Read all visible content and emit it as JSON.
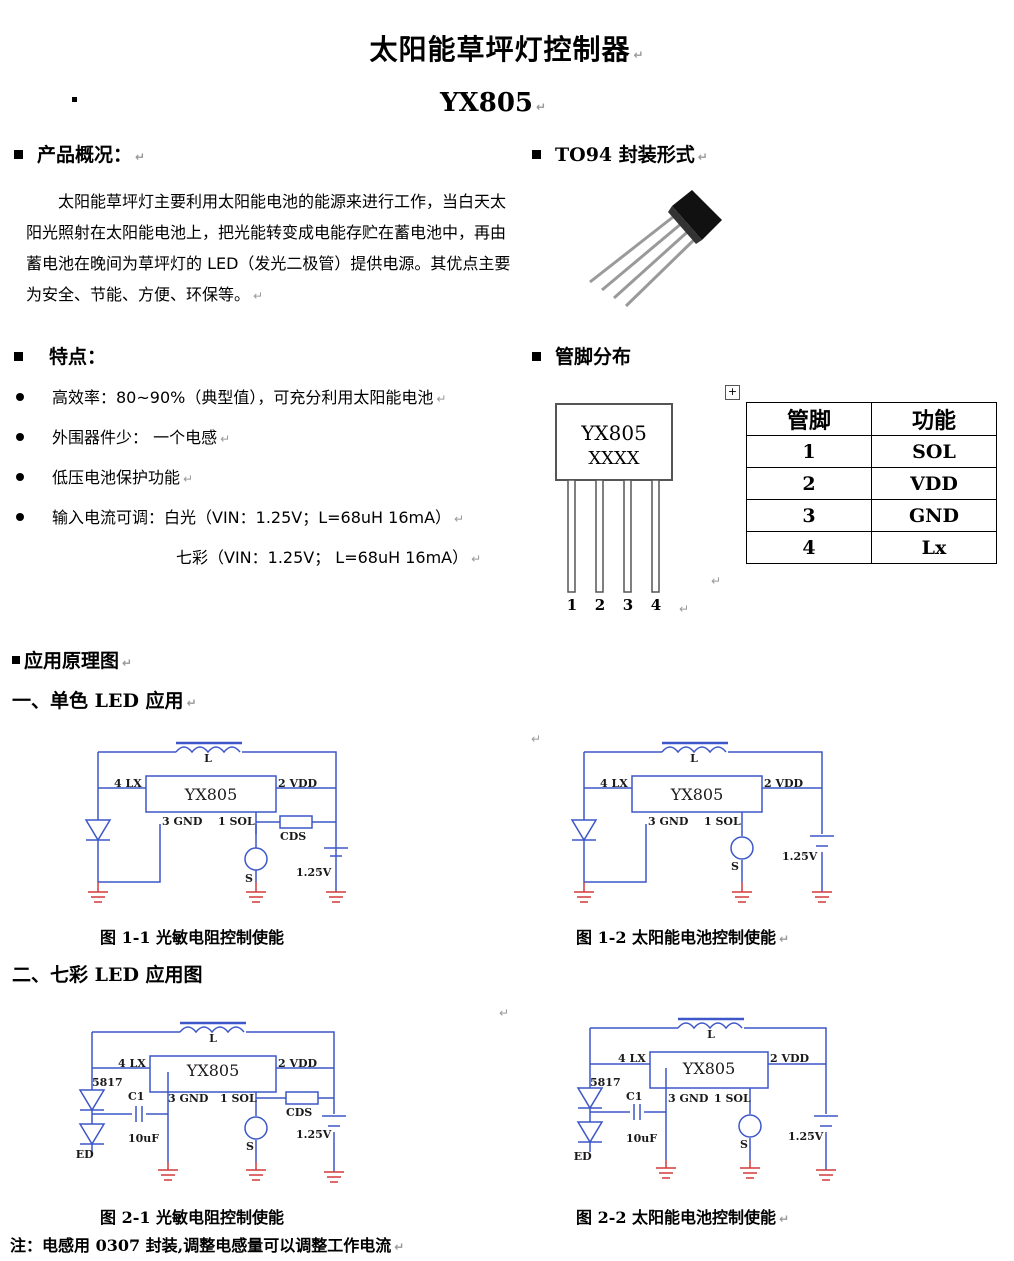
{
  "doc": {
    "title": "太阳能草坪灯控制器",
    "model": "YX805",
    "overview_heading": "产品概况：",
    "package_heading": "TO94 封装形式",
    "overview_text": "太阳能草坪灯主要利用太阳能电池的能源来进行工作，当白天太阳光照射在太阳能电池上，把光能转变成电能存贮在蓄电池中，再由蓄电池在晚间为草坪灯的 LED（发光二极管）提供电源。其优点主要为安全、节能、方便、环保等。",
    "features_heading": "特点：",
    "pins_heading": "管脚分布",
    "features": [
      "高效率：80~90%（典型值），可充分利用太阳能电池",
      "外围器件少：  一个电感",
      "低压电池保护功能",
      "输入电流可调：白光（VIN：1.25V；L=68uH     16mA）"
    ],
    "feature_cont": "七彩（VIN：1.25V；   L=68uH    16mA）",
    "chip_label_1": "YX805",
    "chip_label_2": "XXXX",
    "pin_numbers": [
      "1",
      "2",
      "3",
      "4"
    ],
    "pin_table": {
      "header": [
        "管脚",
        "功能"
      ],
      "rows": [
        [
          "1",
          "SOL"
        ],
        [
          "2",
          "VDD"
        ],
        [
          "3",
          "GND"
        ],
        [
          "4",
          "Lx"
        ]
      ]
    },
    "app_heading": "应用原理图",
    "sub1": "一、单色 LED 应用",
    "sub2": "二、七彩 LED 应用图",
    "caption_1_1": "图 1-1    光敏电阻控制使能",
    "caption_1_2": "图 1-2    太阳能电池控制使能",
    "caption_2_1": "图 2-1    光敏电阻控制使能",
    "caption_2_2": "图 2-2     太阳能电池控制使能",
    "note": "注：电感用 0307 封装,调整电感量可以调整工作电流"
  },
  "circuit": {
    "L": "L",
    "ic": "YX805",
    "lx": "4 LX",
    "vdd": "2 VDD",
    "gnd": "3 GND",
    "sol": "1 SOL",
    "cds": "CDS",
    "battery": "1.25V",
    "s": "S",
    "diode": "5817",
    "cap": "C1",
    "cap_val": "10uF",
    "led": "LED"
  },
  "colors": {
    "wire": "#3c57c9",
    "ground": "#d23a3a",
    "text": "#1a1a1a"
  }
}
